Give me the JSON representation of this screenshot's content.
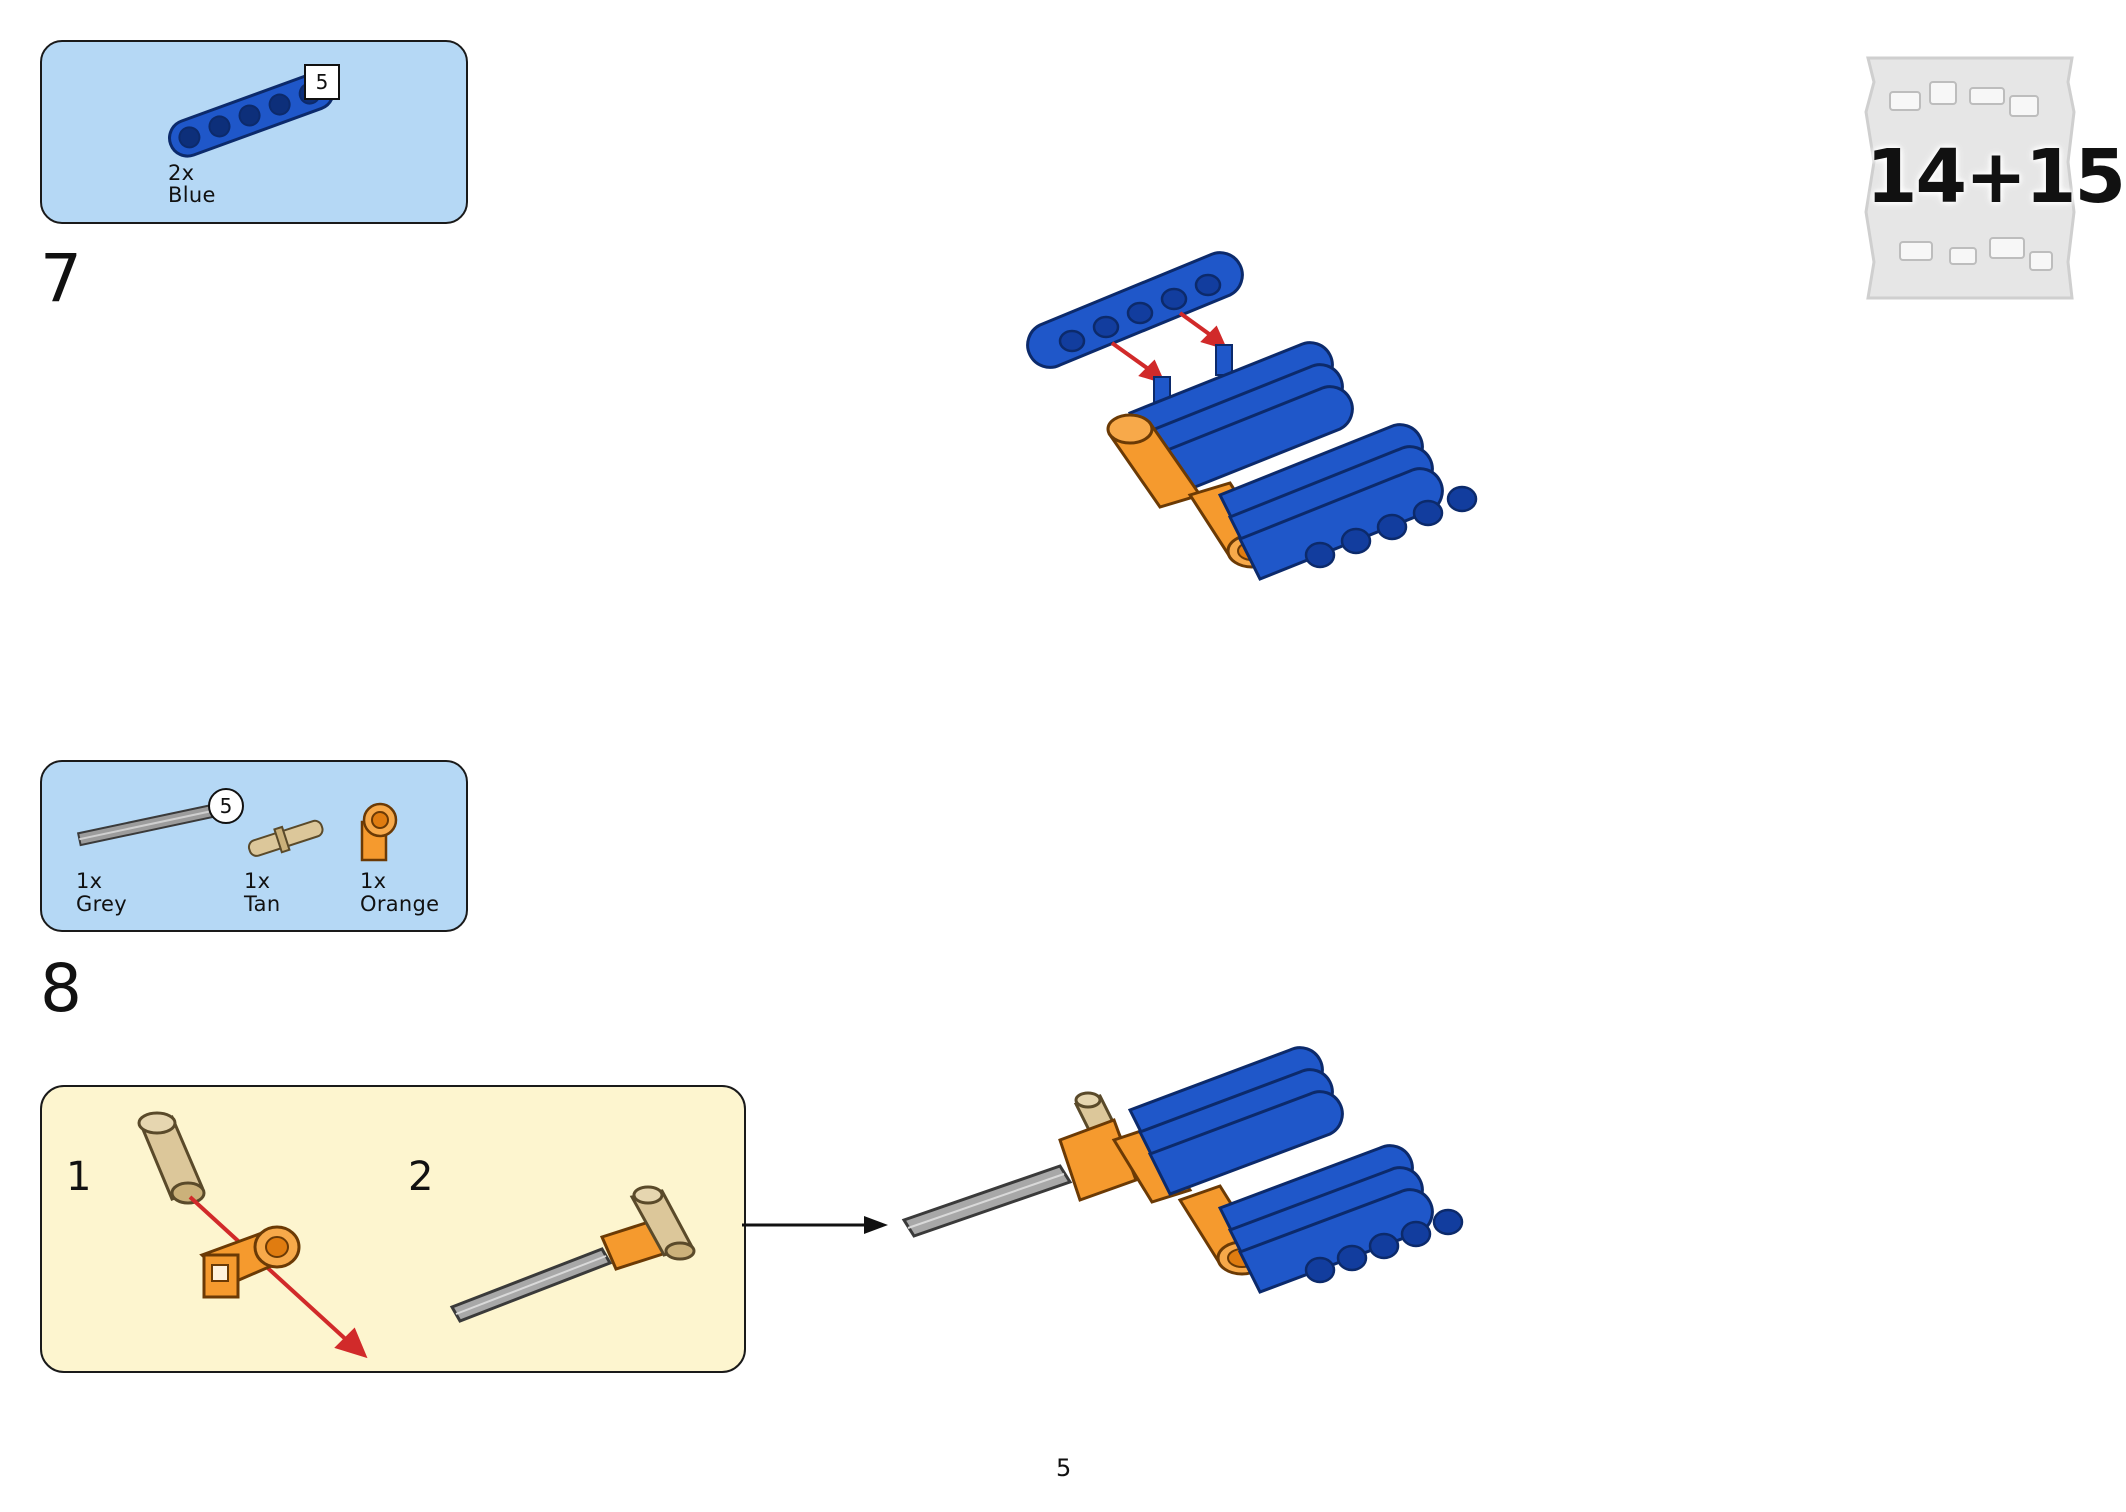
{
  "bag": {
    "label": "14+15"
  },
  "step7": {
    "number": "7",
    "parts": [
      {
        "qty": "2x",
        "color": "Blue",
        "length": "5",
        "part": "beam-5"
      }
    ]
  },
  "step8": {
    "number": "8",
    "parts": [
      {
        "qty": "1x",
        "color": "Grey",
        "length": "5",
        "part": "axle-5"
      },
      {
        "qty": "1x",
        "color": "Tan",
        "part": "axle-pin"
      },
      {
        "qty": "1x",
        "color": "Orange",
        "part": "axle-pin-connector"
      }
    ],
    "substeps": [
      {
        "number": "1"
      },
      {
        "number": "2"
      }
    ]
  },
  "page": {
    "number": "5"
  },
  "colors": {
    "parts_box": "#b5d8f5",
    "substep_box": "#fdf5cf",
    "blue": "#1f57c9",
    "orange": "#f59a2e",
    "tan": "#dcc79a",
    "grey": "#9c9c9c",
    "arrow_red": "#d12a2a"
  }
}
